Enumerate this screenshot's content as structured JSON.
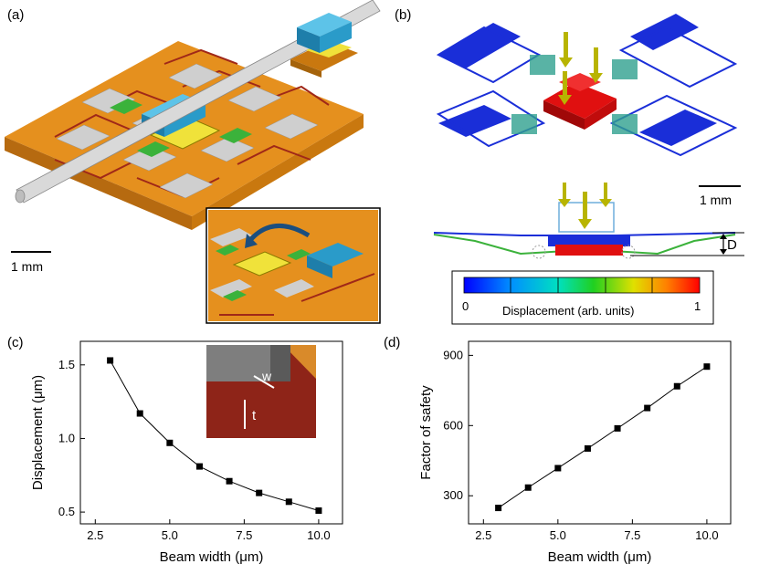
{
  "panels": {
    "a": {
      "label": "(a)",
      "scale_label": "1 mm"
    },
    "b": {
      "label": "(b)",
      "scale_label": "1 mm",
      "dimension_label": "D",
      "colorbar": {
        "title": "Displacement (arb. units)",
        "min_label": "0",
        "max_label": "1"
      }
    },
    "c": {
      "label": "(c)",
      "inset_w": "w",
      "inset_t": "t"
    },
    "d": {
      "label": "(d)"
    }
  },
  "colors": {
    "substrate": "#E28A1A",
    "beam": "#B02A1A",
    "pad": "#CFCFCF",
    "chip": "#2A9BC9",
    "bump": "#F0E23A",
    "green": "#3BB23B",
    "fem_red": "#E01010",
    "fem_blue": "#1A2ED8",
    "arrow": "#B8B400"
  },
  "chart_data": [
    {
      "type": "line",
      "title": "",
      "xlabel": "Beam width (μm)",
      "ylabel": "Displacement (μm)",
      "x": [
        3,
        4,
        5,
        6,
        7,
        8,
        9,
        10
      ],
      "y": [
        1.53,
        1.17,
        0.97,
        0.81,
        0.71,
        0.63,
        0.57,
        0.51
      ],
      "xlim": [
        2,
        10.8
      ],
      "ylim": [
        0.42,
        1.66
      ],
      "xticks": [
        "2.5",
        "5.0",
        "7.5",
        "10.0"
      ],
      "xtick_values": [
        2.5,
        5.0,
        7.5,
        10.0
      ],
      "yticks": [
        "0.5",
        "1.0",
        "1.5"
      ],
      "ytick_values": [
        0.5,
        1.0,
        1.5
      ],
      "marker": "square",
      "grid": false
    },
    {
      "type": "line",
      "title": "",
      "xlabel": "Beam width (μm)",
      "ylabel": "Factor of safety",
      "x": [
        3,
        4,
        5,
        6,
        7,
        8,
        9,
        10
      ],
      "y": [
        248,
        335,
        418,
        502,
        588,
        675,
        768,
        852
      ],
      "xlim": [
        2,
        10.8
      ],
      "ylim": [
        180,
        960
      ],
      "xticks": [
        "2.5",
        "5.0",
        "7.5",
        "10.0"
      ],
      "xtick_values": [
        2.5,
        5.0,
        7.5,
        10.0
      ],
      "yticks": [
        "300",
        "600",
        "900"
      ],
      "ytick_values": [
        300,
        600,
        900
      ],
      "marker": "square",
      "grid": false
    }
  ]
}
